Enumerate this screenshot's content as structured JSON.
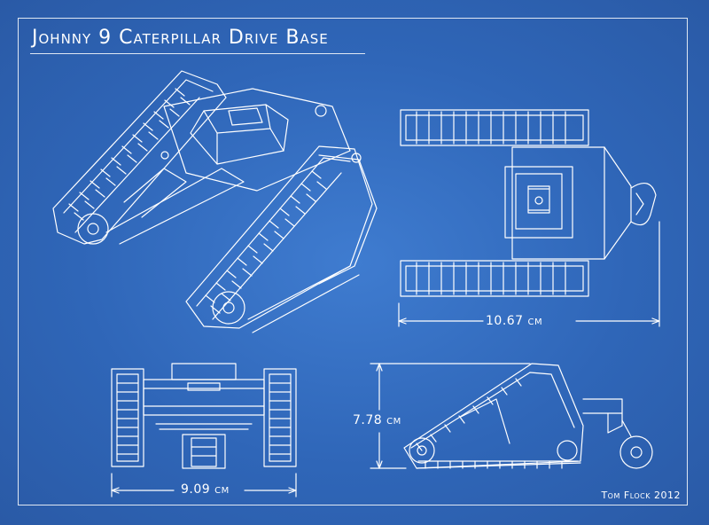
{
  "title": "Johnny 9 Caterpillar Drive Base",
  "dimensions": {
    "top_view_width": "10.67 cm",
    "side_view_height": "7.78 cm",
    "front_view_width": "9.09 cm"
  },
  "credit": "Tom Flock 2012",
  "colors": {
    "background": "#2f66b8",
    "lines": "#ffffff"
  }
}
